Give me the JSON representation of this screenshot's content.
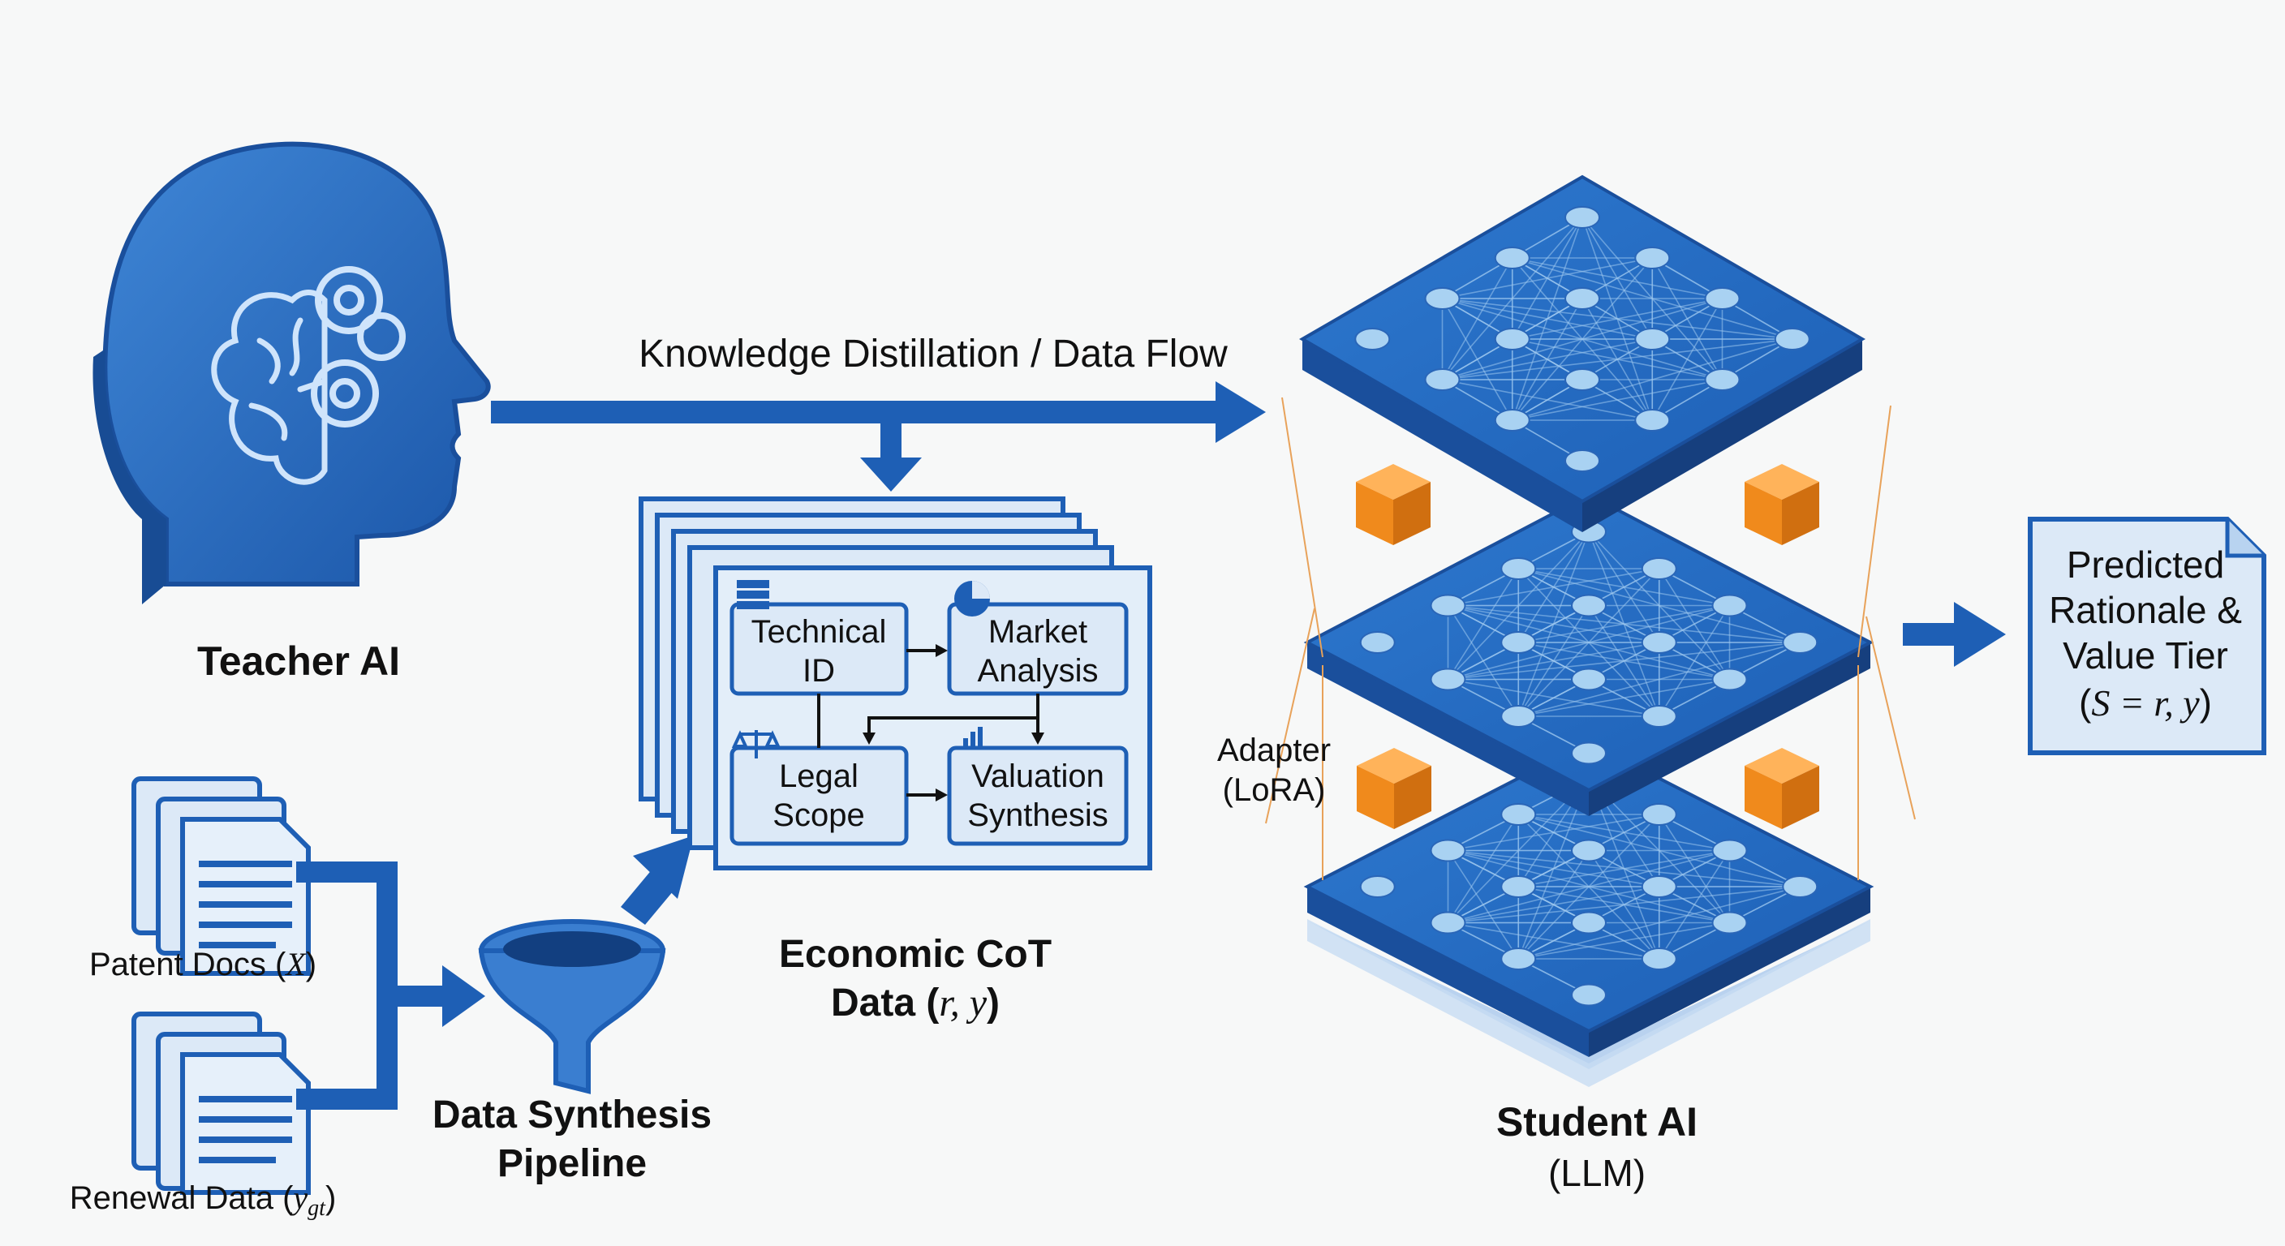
{
  "teacher": {
    "label": "Teacher AI",
    "icon": "teacher-head-brain-gears-icon"
  },
  "flow": {
    "label": "Knowledge Distillation / Data Flow"
  },
  "inputs": {
    "patent": {
      "label": "Patent Docs (",
      "var": "X",
      "close": ")"
    },
    "renewal": {
      "label": "Renewal Data (",
      "var": "y",
      "sub": "gt",
      "close": ")"
    }
  },
  "pipeline": {
    "line1": "Data Synthesis",
    "line2": "Pipeline",
    "icon": "funnel-icon"
  },
  "cot": {
    "boxes": {
      "technical": [
        "Technical",
        "ID"
      ],
      "market": [
        "Market",
        "Analysis"
      ],
      "legal": [
        "Legal",
        "Scope"
      ],
      "valuation": [
        "Valuation",
        "Synthesis"
      ]
    },
    "caption_line1": "Economic CoT",
    "caption_line2": "Data (",
    "caption_math": "r, y",
    "caption_close": ")"
  },
  "student": {
    "adapter_line1": "Adapter",
    "adapter_line2": "(LoRA)",
    "label": "Student AI",
    "sublabel": "(LLM)"
  },
  "output": {
    "line1": "Predicted",
    "line2": "Rationale &",
    "line3": "Value Tier",
    "math_open": "(",
    "math": "S = r, y",
    "math_close": ")"
  },
  "colors": {
    "primary_blue": "#1e5fb5",
    "light_blue_panel": "#dce9f7",
    "node_fill": "#a9d2f2",
    "adapter_orange": "#f08a1c",
    "text": "#111111"
  }
}
